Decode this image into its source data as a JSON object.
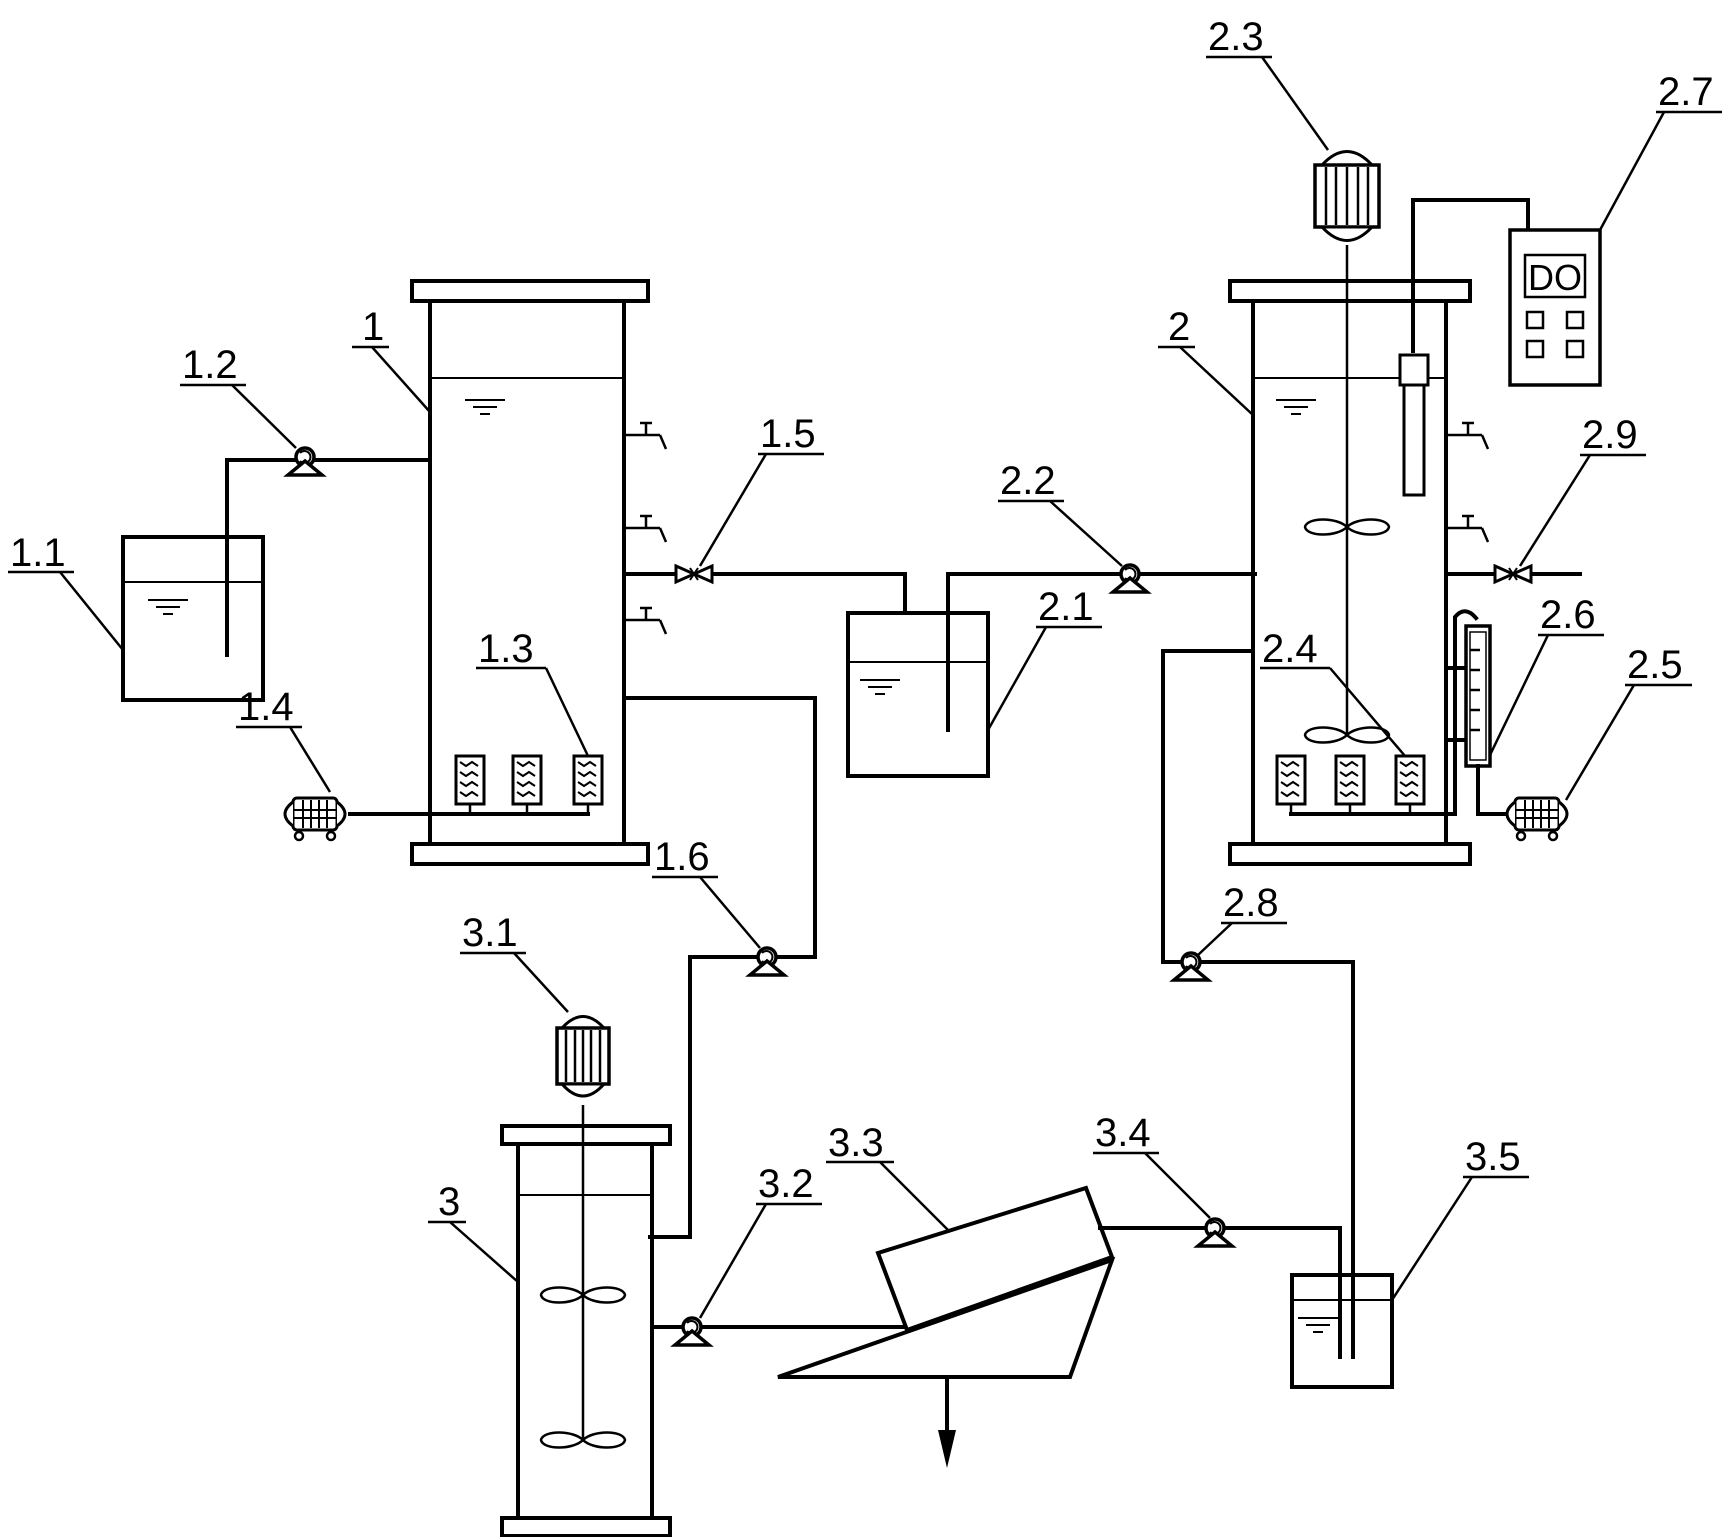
{
  "labels": {
    "l1": "1",
    "l1_1": "1.1",
    "l1_2": "1.2",
    "l1_3": "1.3",
    "l1_4": "1.4",
    "l1_5": "1.5",
    "l1_6": "1.6",
    "l2": "2",
    "l2_1": "2.1",
    "l2_2": "2.2",
    "l2_3": "2.3",
    "l2_4": "2.4",
    "l2_5": "2.5",
    "l2_6": "2.6",
    "l2_7": "2.7",
    "l2_8": "2.8",
    "l2_9": "2.9",
    "l3": "3",
    "l3_1": "3.1",
    "l3_2": "3.2",
    "l3_3": "3.3",
    "l3_4": "3.4",
    "l3_5": "3.5"
  },
  "do_meter": {
    "display": "DO"
  },
  "icons": {
    "pump": "peristaltic-pump-icon",
    "blower": "air-blower-icon",
    "motor": "stirrer-motor-icon",
    "valve": "valve-icon",
    "tap": "sampling-tap-icon",
    "diffuser": "air-diffuser-icon",
    "water_level": "water-level-icon"
  }
}
